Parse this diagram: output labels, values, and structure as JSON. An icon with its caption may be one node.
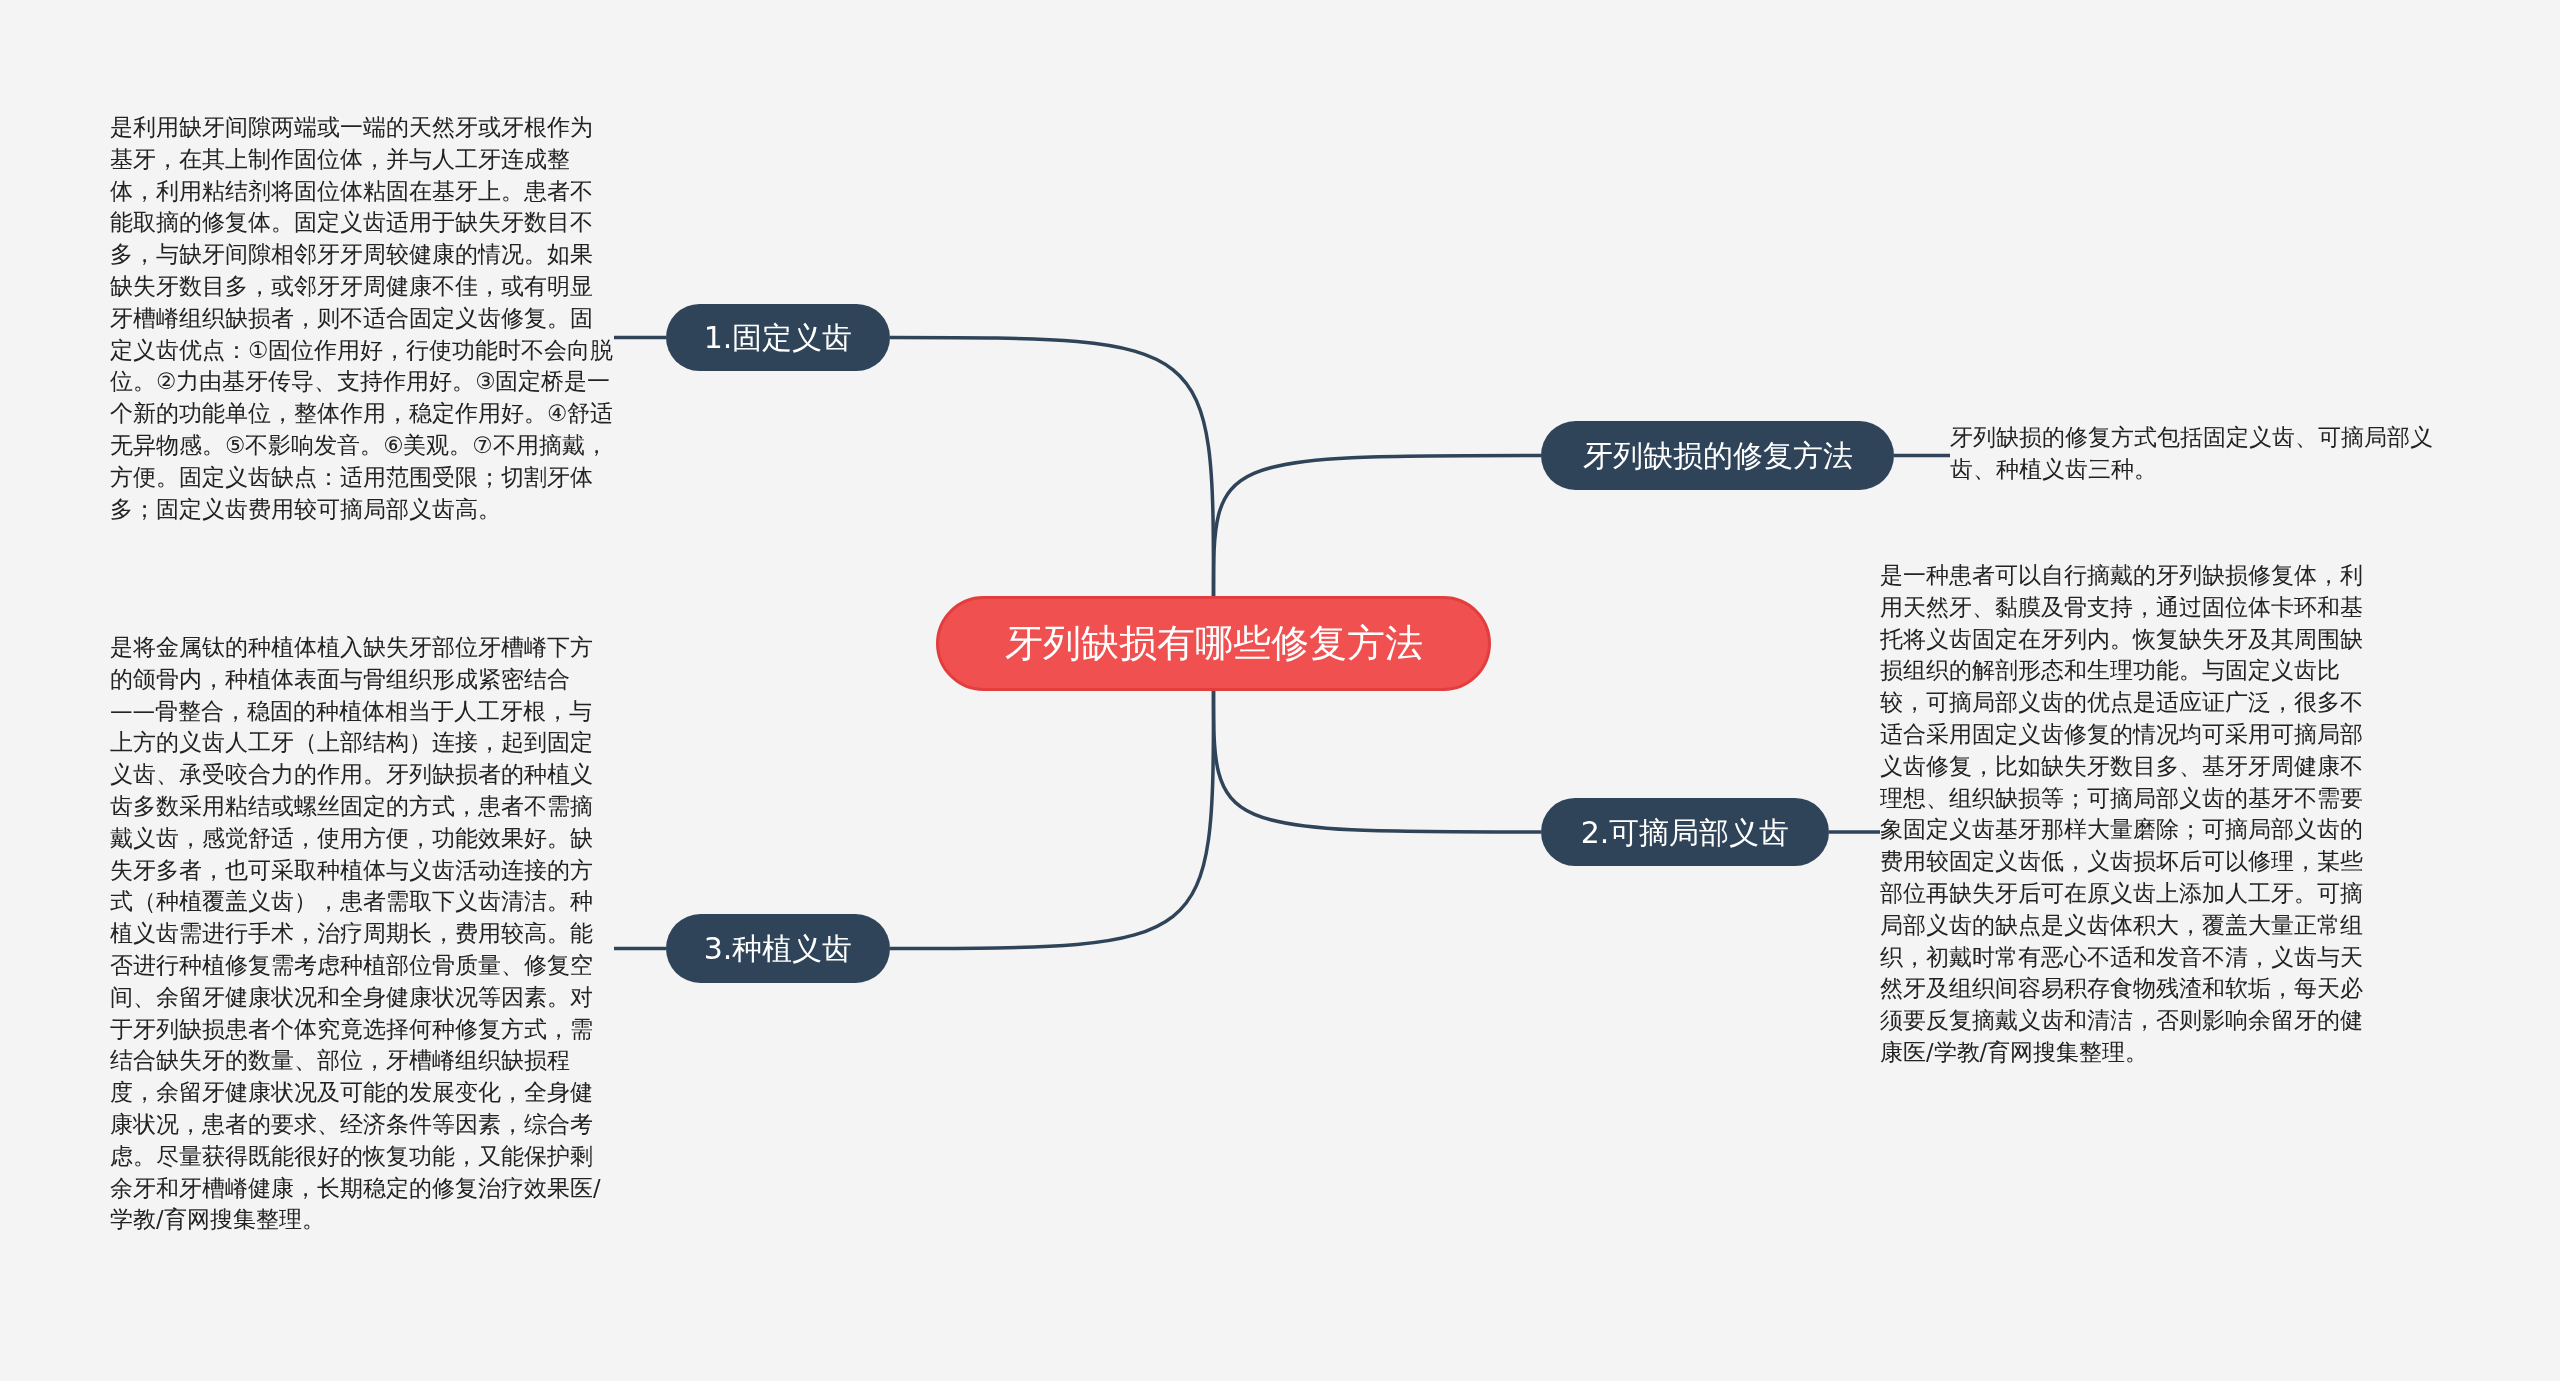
{
  "diagram": {
    "nodes": [
      {
        "text": [
          "牙列缺损有哪些修复方法"
        ]
      },
      {
        "text": [
          "1.固定义齿"
        ]
      },
      {
        "text": [
          "是利用缺牙间隙两端或一端的天然牙或牙根作为基牙，在其上制作固位体，并与人工牙连成整体，利用粘结剂将固位体粘固在基牙上。患者不能取摘的修复体。固定义齿适用于缺失牙数目不多，与缺牙间隙相邻牙牙周较健康的情况。如果缺失牙数目多，或邻牙牙周健康不佳，或有明显牙槽嵴组织缺损者，则不适合固定义齿修复。固定义齿优点：①固位作用好，行使功能时不会向脱位。②力由基牙传导、支持作用好。③固定桥是一个新的功能单位，整体作用，稳定作用好。④舒适无异物感。⑤不影响发音。⑥美观。⑦不用摘戴，方便。固定义齿缺点：适用范围受限；切割牙体多；固定义齿费用较可摘局部义齿高。"
        ]
      },
      {
        "text": [
          "牙列缺损的修复方法"
        ]
      },
      {
        "text": [
          "牙列缺损的修复方式包括固定义齿、可摘局部义齿、种植义齿三种。"
        ]
      },
      {
        "text": [
          "2.可摘局部义齿"
        ]
      },
      {
        "text": [
          "是一种患者可以自行摘戴的牙列缺损修复体，利用天然牙、黏膜及骨支持，通过固位体卡环和基托将义齿固定在牙列内。恢复缺失牙及其周围缺损组织的解剖形态和生理功能。与固定义齿比较，可摘局部义齿的优点是适应证广泛，很多不适合采用固定义齿修复的情况均可采用可摘局部义齿修复，比如缺失牙数目多、基牙牙周健康不理想、组织缺损等；可摘局部义齿的基牙不需要象固定义齿基牙那样大量磨除；可摘局部义齿的费用较固定义齿低，义齿损坏后可以修理，某些部位再缺失牙后可在原义齿上添加人工牙。可摘局部义齿的缺点是义齿体积大，覆盖大量正常组织，初戴时常有恶心不适和发音不清，义齿与天然牙及组织间容易积存食物残渣和软垢，每天必须要反复摘戴义齿和清洁，否则影响余留牙的健康医/学教/育网搜集整理。"
        ]
      },
      {
        "text": [
          "3.种植义齿"
        ]
      },
      {
        "text": [
          "是将金属钛的种植体植入缺失牙部位牙槽嵴下方的颌骨内，种植体表面与骨组织形成紧密结合——骨整合，稳固的种植体相当于人工牙根，与上方的义齿人工牙（上部结构）连接，起到固定义齿、承受咬合力的作用。牙列缺损者的种植义齿多数采用粘结或螺丝固定的方式，患者不需摘戴义齿，感觉舒适，使用方便，功能效果好。缺失牙多者，也可采取种植体与义齿活动连接的方式（种植覆盖义齿），患者需取下义齿清洁。种植义齿需进行手术，治疗周期长，费用较高。能否进行种植修复需考虑种植部位骨质量、修复空间、余留牙健康状况和全身健康状况等因素。对于牙列缺损患者个体究竟选择何种修复方式，需结合缺失牙的数量、部位，牙槽嵴组织缺损程度，余留牙健康状况及可能的发展变化，全身健康状况，患者的要求、经济条件等因素，综合考虑。尽量获得既能很好的恢复功能，又能保护剩余牙和牙槽嵴健康，长期稳定的修复治疗效果医/学教/育网搜集整理。"
        ]
      }
    ],
    "edges": [
      {
        "from": 0,
        "to": 1,
        "arrow": "none"
      },
      {
        "from": 1,
        "to": 2,
        "arrow": "none"
      },
      {
        "from": 0,
        "to": 3,
        "arrow": "none"
      },
      {
        "from": 3,
        "to": 4,
        "arrow": "none"
      },
      {
        "from": 0,
        "to": 5,
        "arrow": "none"
      },
      {
        "from": 5,
        "to": 6,
        "arrow": "none"
      },
      {
        "from": 0,
        "to": 7,
        "arrow": "none"
      },
      {
        "from": 7,
        "to": 8,
        "arrow": "none"
      }
    ]
  }
}
